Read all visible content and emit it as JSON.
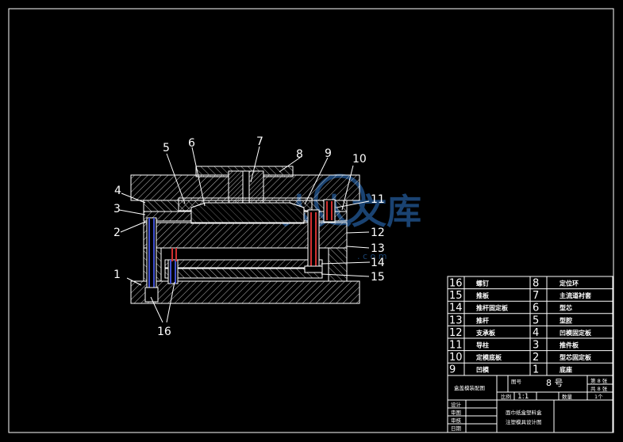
{
  "parts": [
    {
      "no": "16",
      "name": "螺钉"
    },
    {
      "no": "15",
      "name": "推板"
    },
    {
      "no": "14",
      "name": "推杆固定板"
    },
    {
      "no": "13",
      "name": "推杆"
    },
    {
      "no": "12",
      "name": "支承板"
    },
    {
      "no": "11",
      "name": "导柱"
    },
    {
      "no": "10",
      "name": "定模底板"
    },
    {
      "no": "9",
      "name": "凹模"
    },
    {
      "no": "8",
      "name": "定位环"
    },
    {
      "no": "7",
      "name": "主流道衬套"
    },
    {
      "no": "6",
      "name": "型芯"
    },
    {
      "no": "5",
      "name": "型腔"
    },
    {
      "no": "4",
      "name": "凹模固定板"
    },
    {
      "no": "3",
      "name": "推件板"
    },
    {
      "no": "2",
      "name": "型芯固定板"
    },
    {
      "no": "1",
      "name": "底座"
    }
  ],
  "callouts": [
    "1",
    "2",
    "3",
    "4",
    "5",
    "6",
    "7",
    "8",
    "9",
    "10",
    "11",
    "12",
    "13",
    "14",
    "15",
    "16"
  ],
  "title_block": {
    "assembly_label": "盒盖模装配图",
    "drawing_no_label": "图号",
    "drawing_no": "8 号",
    "sheet_label": "第 8 张",
    "total_label": "共 8 张",
    "scale_label": "比例",
    "scale_value": "1:1",
    "qty_label": "数量",
    "qty_value": "1个",
    "rows": [
      "设计",
      "审图",
      "审核",
      "日期"
    ],
    "project_title_1": "面巾纸盒塑料盒",
    "project_title_2": "注塑模具设计图"
  },
  "watermark": {
    "text": "人人文库",
    "sub": ". c o m"
  },
  "colors": {
    "line": "#ffffff",
    "hatch": "#c8c8c8",
    "pin_red": "#d03030",
    "pin_blue": "#4050d0",
    "watermark": "#1f4f86"
  }
}
